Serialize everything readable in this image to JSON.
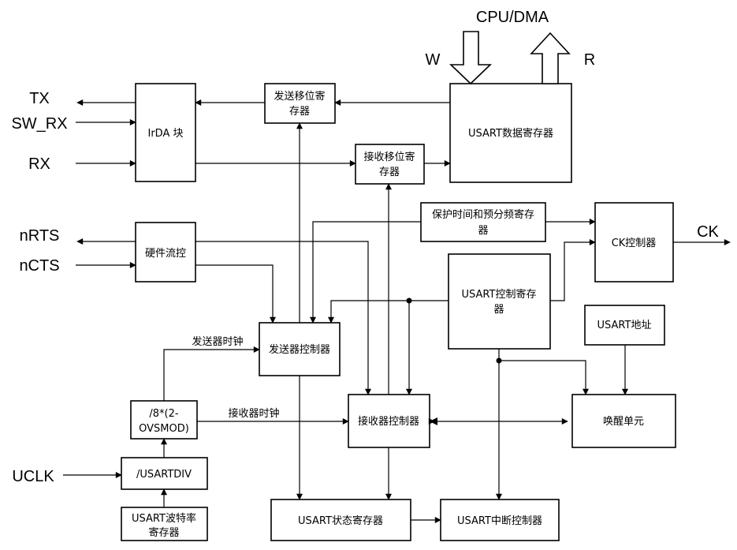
{
  "signals": {
    "cpu_dma": "CPU/DMA",
    "write": "W",
    "read": "R",
    "tx": "TX",
    "sw_rx": "SW_RX",
    "rx": "RX",
    "nrts": "nRTS",
    "ncts": "nCTS",
    "uclk": "UCLK",
    "ck": "CK"
  },
  "blocks": {
    "irda": "IrDA 块",
    "tx_shift_1": "发送移位寄",
    "tx_shift_2": "存器",
    "rx_shift_1": "接收移位寄",
    "rx_shift_2": "存器",
    "data_reg": "USART数据寄存器",
    "guard_1": "保护时间和预分频寄存",
    "guard_2": "器",
    "ck_ctrl": "CK控制器",
    "flow": "硬件流控",
    "ctrl_reg_1": "USART控制寄存",
    "ctrl_reg_2": "器",
    "tx_ctrl": "发送器控制器",
    "addr": "USART地址",
    "div8_1": "/8*(2-",
    "div8_2": "OVSMOD)",
    "rx_ctrl": "接收器控制器",
    "wake": "唤醒单元",
    "usartdiv": "/USARTDIV",
    "brr_1": "USART波特率",
    "brr_2": "寄存器",
    "status": "USART状态寄存器",
    "irq": "USART中断控制器"
  },
  "labels": {
    "tx_clock": "发送器时钟",
    "rx_clock": "接收器时钟"
  }
}
